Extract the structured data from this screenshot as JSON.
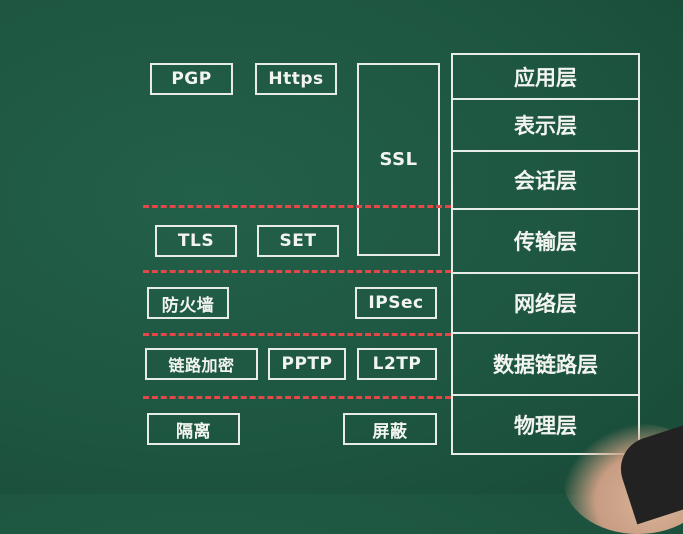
{
  "layers": [
    "应用层",
    "表示层",
    "会话层",
    "传输层",
    "网络层",
    "数据链路层",
    "物理层"
  ],
  "ssl": "SSL",
  "row1": {
    "pgp": "PGP",
    "https": "Https"
  },
  "row_transport": {
    "tls": "TLS",
    "set": "SET"
  },
  "row_network": {
    "firewall": "防火墙",
    "ipsec": "IPSec"
  },
  "row_datalink": {
    "link_encrypt": "链路加密",
    "pptp": "PPTP",
    "l2tp": "L2TP"
  },
  "row_physical": {
    "isolation": "隔离",
    "shielding": "屏蔽"
  },
  "colors": {
    "board": "#1f5a44",
    "chalk": "#e8ece6",
    "dash": "#e0484a"
  }
}
